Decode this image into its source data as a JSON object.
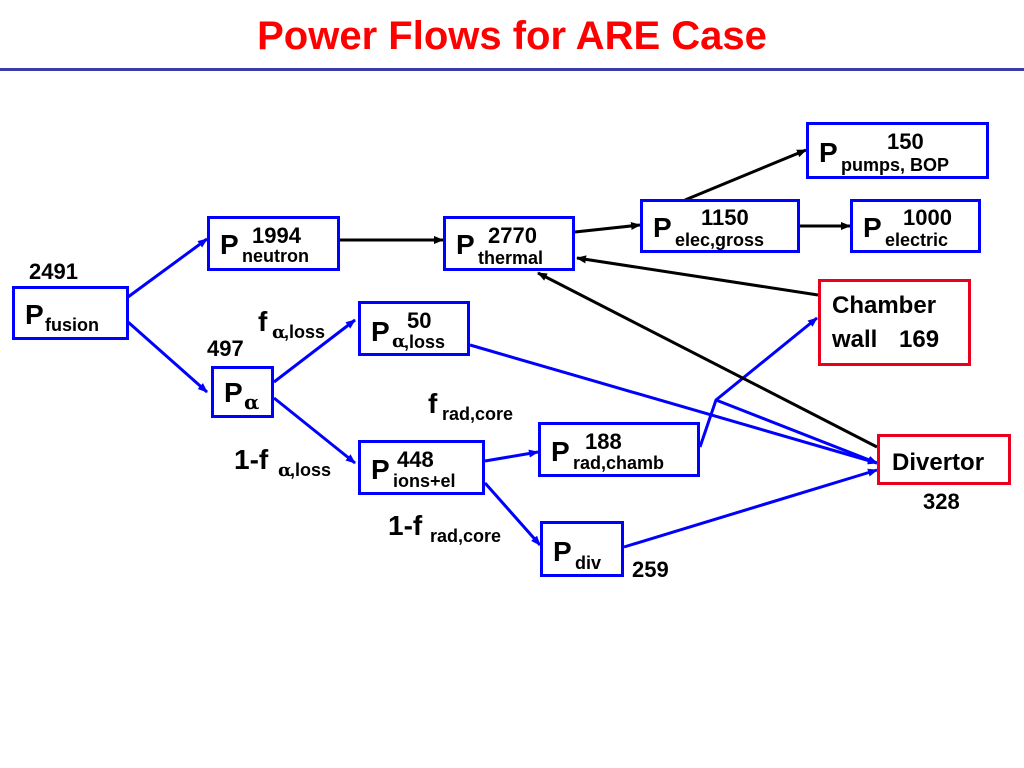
{
  "title": "Power Flows for ARE Case",
  "nodes": {
    "fusion": {
      "p": "P",
      "sub": "fusion",
      "value": "2491"
    },
    "neutron": {
      "p": "P",
      "sup": "1994",
      "sub": "neutron"
    },
    "thermal": {
      "p": "P",
      "sup": "2770",
      "sub": "thermal"
    },
    "elec_gross": {
      "p": "P",
      "sup": "1150",
      "sub": "elec,gross"
    },
    "pumps": {
      "p": "P",
      "sup": "150",
      "sub": "pumps, BOP"
    },
    "electric": {
      "p": "P",
      "sup": "1000",
      "sub": "electric"
    },
    "alpha": {
      "p": "P",
      "greek": "α",
      "value": "497"
    },
    "alpha_loss": {
      "p": "P",
      "sup": "50",
      "greek": "α",
      "sub": ",loss"
    },
    "ions_el": {
      "p": "P",
      "sup": "448",
      "sub": "ions+el"
    },
    "rad_chamb": {
      "p": "P",
      "sup": "188",
      "sub": "rad,chamb"
    },
    "div": {
      "p": "P",
      "sub": "div",
      "value": "259"
    },
    "chamber_wall": {
      "line1": "Chamber",
      "line2": "wall",
      "value": "169"
    },
    "divertor": {
      "label": "Divertor",
      "value": "328"
    }
  },
  "labels": {
    "f_alpha_loss": {
      "main": "f",
      "greek": "α",
      "sub": ",loss"
    },
    "one_minus_f_alpha_loss": {
      "main": "1-f",
      "greek": "α",
      "sub": ",loss"
    },
    "f_rad_core": {
      "main": "f",
      "sub": "rad,core"
    },
    "one_minus_f_rad_core": {
      "main": "1-f",
      "sub": "rad,core"
    }
  },
  "colors": {
    "title": "#ff0000",
    "blue": "#0000ff",
    "red": "#e8001c",
    "arrow_black": "#000000",
    "rule": "#3a3aa8"
  }
}
